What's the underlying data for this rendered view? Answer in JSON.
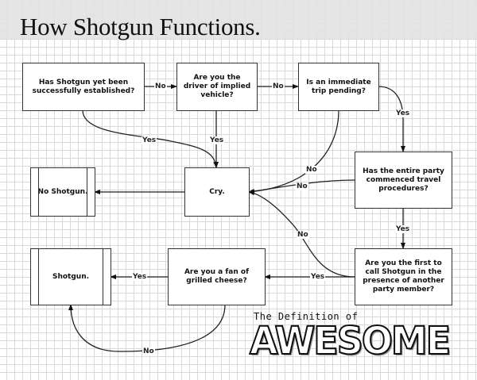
{
  "title": "How Shotgun Functions.",
  "nodes": {
    "established": "Has Shotgun yet been successfully established?",
    "driver": "Are you the driver of implied vehicle?",
    "trip": "Is an immediate trip pending?",
    "party": "Has the entire party commenced travel procedures?",
    "cry": "Cry.",
    "no_shotgun": "No Shotgun.",
    "first_call": "Are you the first to call Shotgun in the presence of another party member?",
    "grilled_cheese": "Are you a fan of grilled cheese?",
    "shotgun": "Shotgun."
  },
  "edges": {
    "established_to_driver": "No",
    "driver_to_trip": "No",
    "established_to_cry": "Yes",
    "driver_to_cry": "Yes",
    "trip_to_party": "Yes",
    "trip_to_cry": "No",
    "party_to_cry": "No",
    "party_to_first_call": "Yes",
    "first_call_to_cry": "No",
    "first_call_to_grilled_cheese": "Yes",
    "grilled_cheese_to_shotgun": "Yes",
    "grilled_cheese_to_shotgun_no": "No"
  },
  "logo": {
    "subtitle": "The Definition of",
    "main": "AWESOME"
  }
}
